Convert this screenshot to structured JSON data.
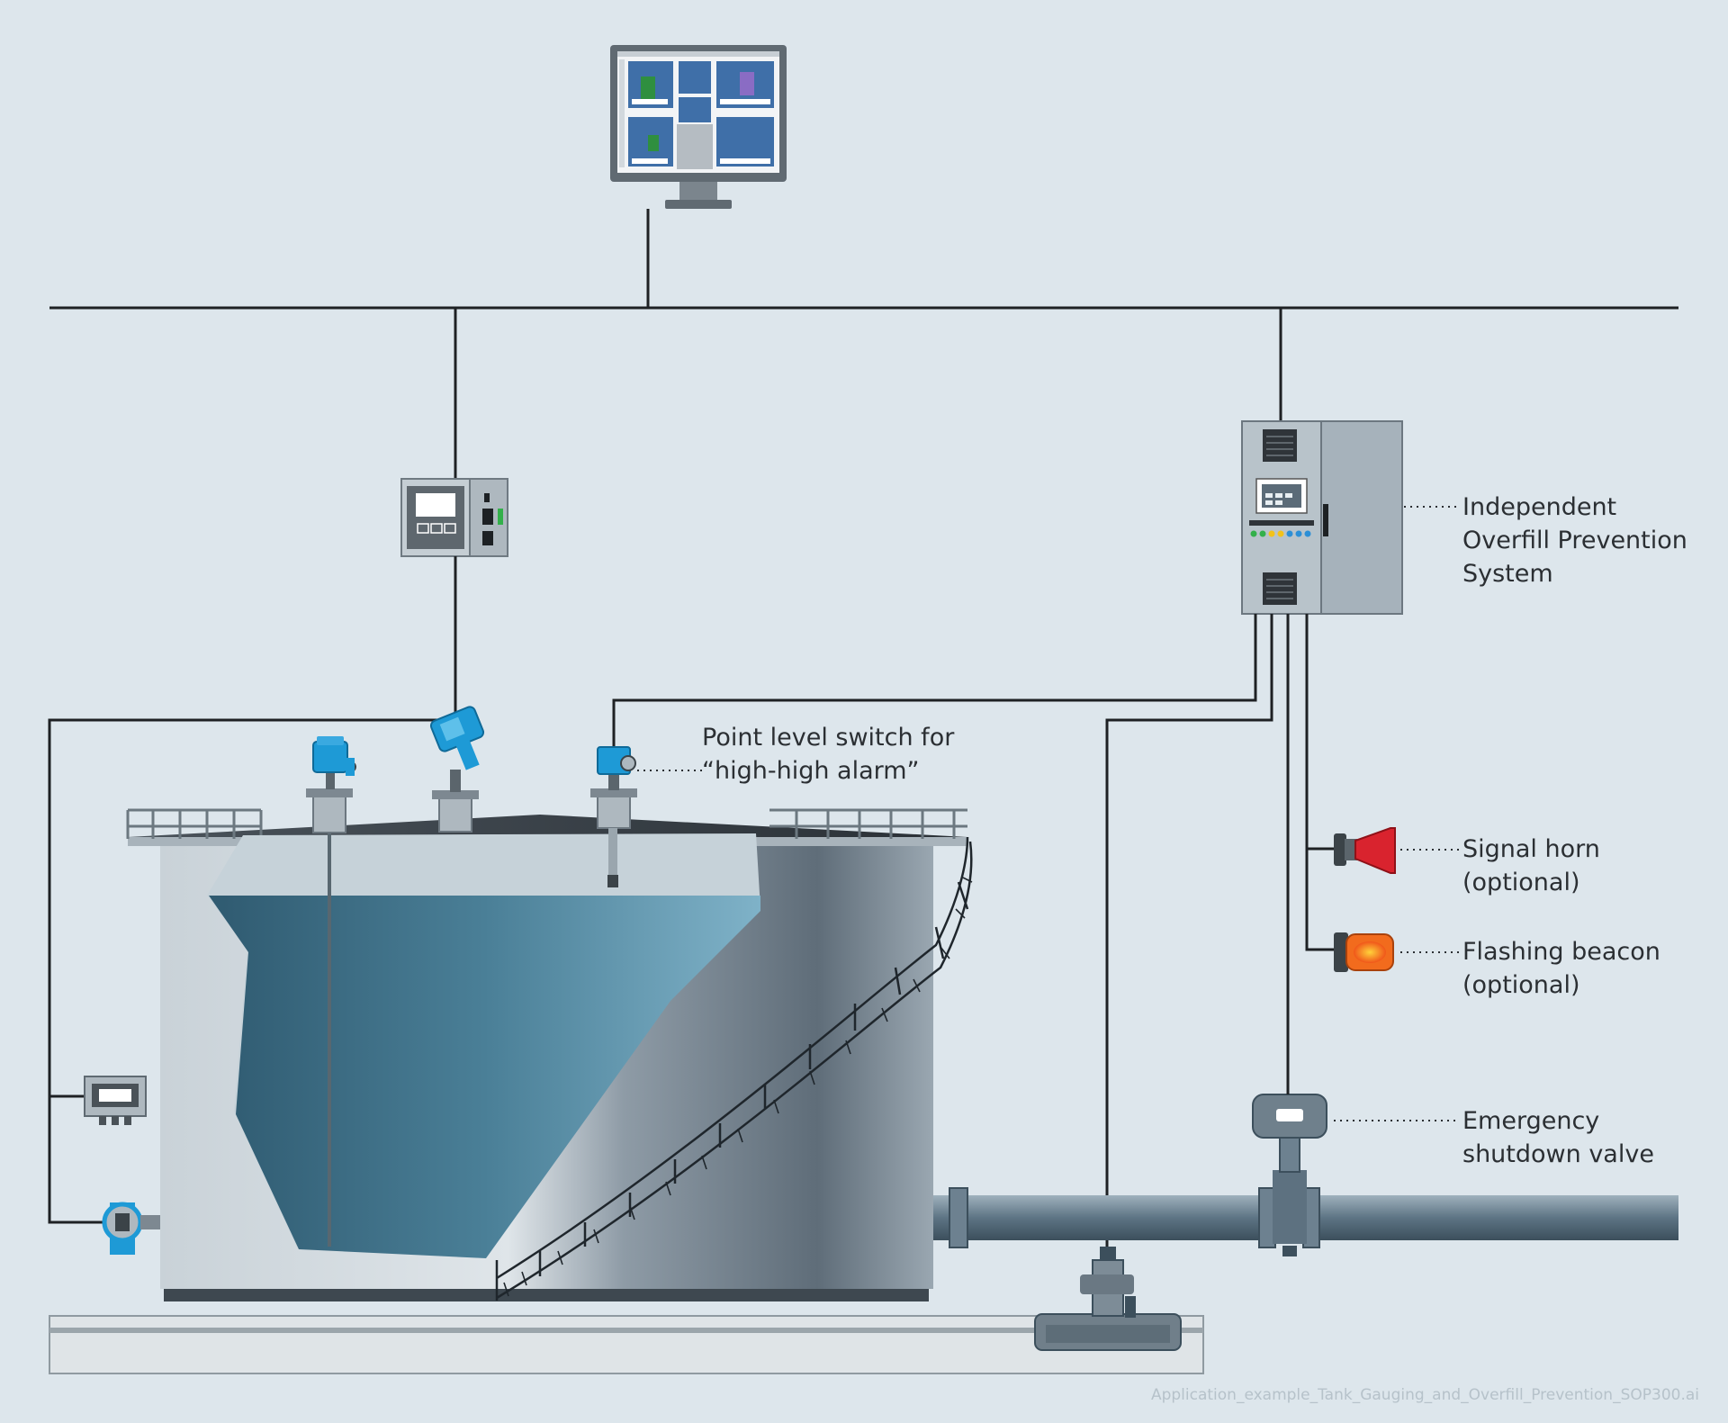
{
  "labels": {
    "ops": [
      "Independent",
      "Overfill Prevention",
      "System"
    ],
    "point_switch": [
      "Point level switch for",
      "“high-high alarm”"
    ],
    "horn": [
      "Signal horn",
      "(optional)"
    ],
    "beacon": [
      "Flashing beacon",
      "(optional)"
    ],
    "valve": [
      "Emergency",
      "shutdown valve"
    ]
  },
  "footer": "Application_example_Tank_Gauging_and_Overfill_Prevention_SOP300.ai",
  "colors": {
    "background": "#dde6ec",
    "instrument_blue": "#1e9ad6",
    "liquid": "#4f8aa3",
    "tank_shell": "#7f8c97",
    "horn_red": "#d9232e",
    "beacon_orange": "#f26b1d"
  },
  "icons": {
    "monitor": "monitor-icon",
    "tank_gauging_unit": "control-unit-icon",
    "ops_cabinet": "cabinet-icon",
    "horn": "horn-icon",
    "beacon": "beacon-icon",
    "valve": "valve-icon",
    "pump": "pump-icon"
  }
}
